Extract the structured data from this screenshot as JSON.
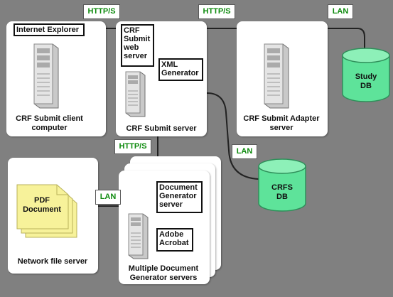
{
  "labels": {
    "internet_explorer": "Internet Explorer",
    "crf_submit_web_server": "CRF Submit web server",
    "xml_generator": "XML Generator",
    "client_caption": "CRF Submit client computer",
    "crf_server_caption": "CRF Submit server",
    "adapter_caption": "CRF Submit Adapter server",
    "study_db": "Study DB",
    "crfs_db": "CRFS DB",
    "pdf_document": "PDF Document",
    "network_file_server": "Network file server",
    "document_generator_server": "Document Generator server",
    "adobe_acrobat": "Adobe Acrobat",
    "multiple_doc_servers": "Multiple Document Generator servers"
  },
  "connections": {
    "http_client_server": "HTTP/S",
    "http_server_adapter": "HTTP/S",
    "lan_adapter_studydb": "LAN",
    "http_server_docgen": "HTTP/S",
    "lan_server_crfsdb": "LAN",
    "lan_fileserver_docgen": "LAN"
  },
  "colors": {
    "background": "#808080",
    "cylinder": "#5ee39a",
    "document": "#f7f29a",
    "connection_label": "#0d8a0d"
  }
}
